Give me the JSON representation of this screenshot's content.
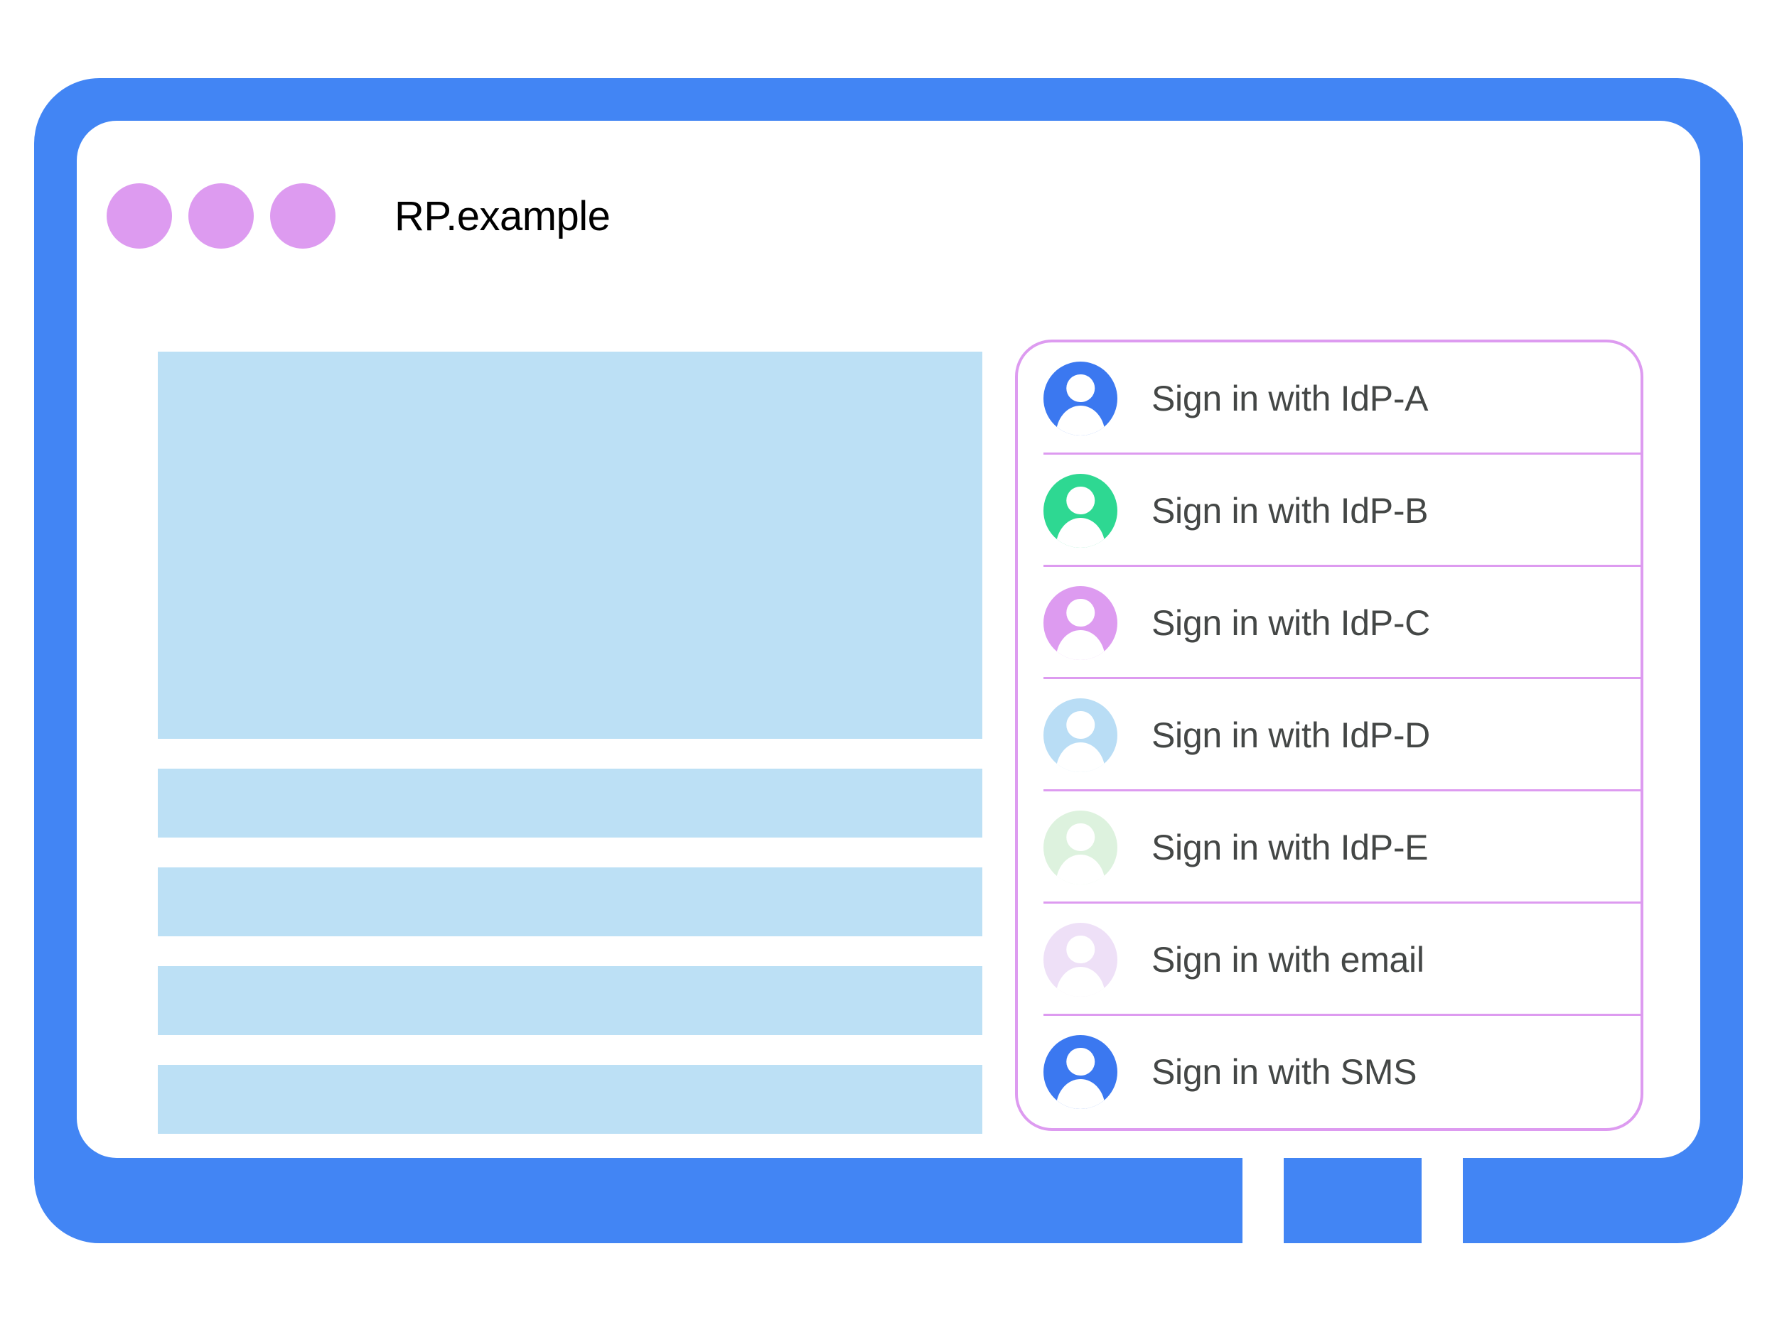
{
  "window": {
    "title": "RP.example",
    "dots": [
      "window-dot-1",
      "window-dot-2",
      "window-dot-3"
    ],
    "dot_color": "#DD9BF0",
    "frame_color": "#4285F4"
  },
  "content": {
    "placeholder_color": "#BCE0F5",
    "blocks": [
      {
        "name": "hero-placeholder"
      },
      {
        "name": "text-placeholder-1"
      },
      {
        "name": "text-placeholder-2"
      },
      {
        "name": "text-placeholder-3"
      },
      {
        "name": "text-placeholder-4"
      }
    ]
  },
  "signin_panel": {
    "border_color": "#DD9BF0",
    "divider_color": "#DD9BF0",
    "label_color": "#444746",
    "items": [
      {
        "label": "Sign in with IdP-A",
        "icon": "person-avatar-icon",
        "avatar_color": "#3B78F0"
      },
      {
        "label": "Sign in with IdP-B",
        "icon": "person-avatar-icon",
        "avatar_color": "#2ED892"
      },
      {
        "label": "Sign in with IdP-C",
        "icon": "person-avatar-icon",
        "avatar_color": "#DD9BF0"
      },
      {
        "label": "Sign in with IdP-D",
        "icon": "person-avatar-icon",
        "avatar_color": "#B9DDF5"
      },
      {
        "label": "Sign in with IdP-E",
        "icon": "person-avatar-icon",
        "avatar_color": "#DDF2DE"
      },
      {
        "label": "Sign in with email",
        "icon": "person-avatar-icon",
        "avatar_color": "#EEE0F7"
      },
      {
        "label": "Sign in with SMS",
        "icon": "person-avatar-icon",
        "avatar_color": "#3B78F0"
      }
    ]
  }
}
